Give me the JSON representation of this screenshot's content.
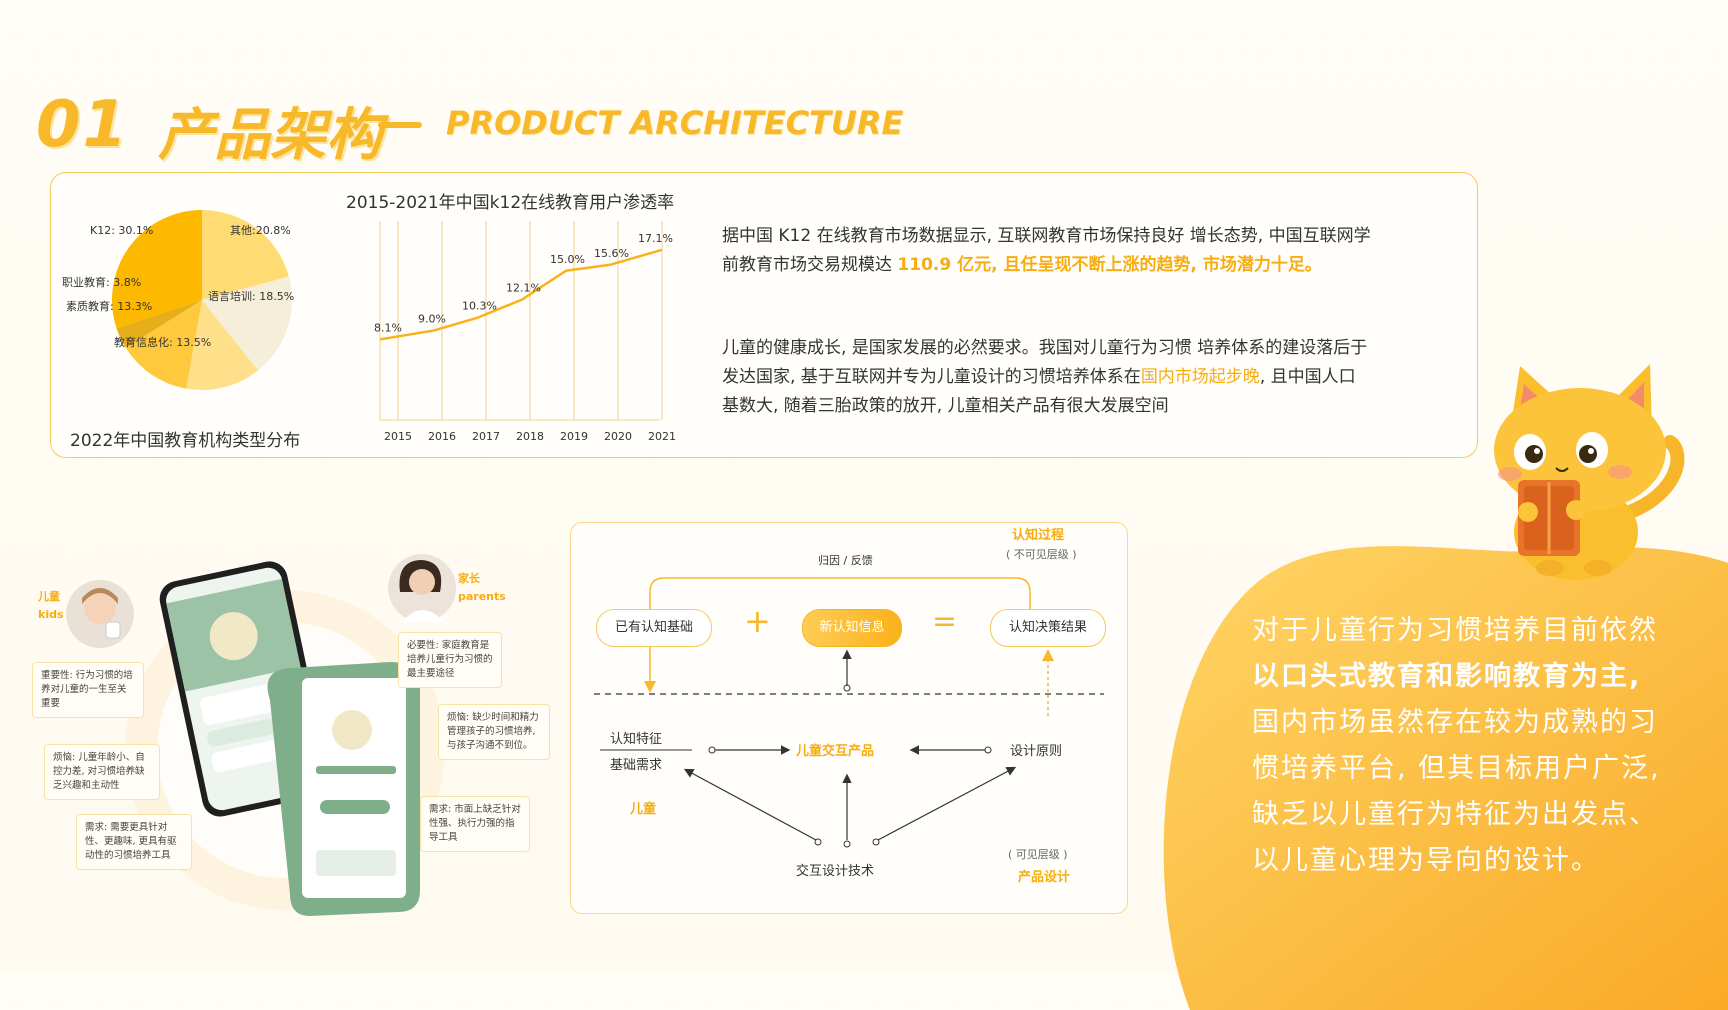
{
  "heading": {
    "number": "01",
    "title_cn": "产品架构",
    "title_en": "PRODUCT ARCHITECTURE"
  },
  "pie": {
    "caption": "2022年中国教育机构类型分布",
    "slices": [
      {
        "label": "K12: 30.1%",
        "value": 30.1,
        "color": "#fcb900"
      },
      {
        "label": "其他:20.8%",
        "value": 20.8,
        "color": "#ffdb73"
      },
      {
        "label": "语言培训: 18.5%",
        "value": 18.5,
        "color": "#f5eed8"
      },
      {
        "label": "教育信息化: 13.5%",
        "value": 13.5,
        "color": "#ffe08a"
      },
      {
        "label": "素质教育: 13.3%",
        "value": 13.3,
        "color": "#ffc93d"
      },
      {
        "label": "职业教育: 3.8%",
        "value": 3.8,
        "color": "#e6ae1a"
      }
    ]
  },
  "chart_data": {
    "type": "line",
    "title": "2015-2021年中国k12在线教育用户渗透率",
    "x": [
      "2015",
      "2016",
      "2017",
      "2018",
      "2019",
      "2020",
      "2021"
    ],
    "values": [
      8.1,
      9.0,
      10.3,
      12.1,
      15.0,
      15.6,
      17.1
    ],
    "labels": [
      "8.1%",
      "9.0%",
      "10.3%",
      "12.1%",
      "15.0%",
      "15.6%",
      "17.1%"
    ],
    "ylim": [
      0,
      20
    ],
    "grid": "vertical",
    "color": "#f9b21b"
  },
  "paragraphs": {
    "p1_a": "据中国 K12 在线教育市场数据显示, 互联网教育市场保持良好 增长态势, 中国互联网学",
    "p1_b": "前教育市场交易规模达 ",
    "p1_hl": "110.9 亿元, 且任呈现不断上涨的趋势, 市场潜力十足。",
    "p2_a": "儿童的健康成长, 是国家发展的必然要求。我国对儿童行为习惯 培养体系的建设落后于",
    "p2_b": "发达国家, 基于互联网并专为儿童设计的习惯培养体系在",
    "p2_hl": "国内市场起步晚",
    "p2_c": ", 且中国人口",
    "p2_d": "基数大, 随着三胎政策的放开, 儿童相关产品有很大发展空间"
  },
  "blob": {
    "line1": "对于儿童行为习惯培养目前依然",
    "line2": "以口头式教育和影响教育为主,",
    "line3": "国内市场虽然存在较为成熟的习",
    "line4": "惯培养平台, 但其目标用户广泛,",
    "line5": "缺乏以儿童行为特征为出发点、",
    "line6": "以儿童心理为导向的设计。"
  },
  "diagram": {
    "cognitive_process": "认知过程",
    "invisible_level": "( 不可见层级 )",
    "attribution": "归因 / 反馈",
    "existing": "已有认知基础",
    "plus": "+",
    "new_info": "新认知信息",
    "equals": "=",
    "result": "认知决策结果",
    "cog_feature": "认知特征",
    "basic_need": "基础需求",
    "child": "儿童",
    "child_product": "儿童交互产品",
    "design_principle": "设计原则",
    "interaction_tech": "交互设计技术",
    "visible_level": "( 可见层级 )",
    "product_design": "产品设计"
  },
  "left_panel": {
    "kid_label_cn": "儿童",
    "kid_label_en": "kids",
    "parent_label_cn": "家长",
    "parent_label_en": "parents",
    "note_importance": "重要性: 行为习惯的培养对儿童的一生至关重要",
    "note_kid_trouble": "烦恼: 儿童年龄小、自控力差, 对习惯培养缺乏兴趣和主动性",
    "note_kid_need": "需求: 需要更具针对性、更趣味, 更具有驱动性的习惯培养工具",
    "note_necessity": "必要性: 家庭教育是培养儿童行为习惯的最主要途径",
    "note_parent_trouble": "烦恼: 缺少时间和精力管理孩子的习惯培养, 与孩子沟通不到位。",
    "note_parent_need": "需求: 市面上缺乏针对性强、执行力强的指导工具"
  },
  "colors": {
    "accent": "#f7b82a",
    "highlight": "#f7ad12",
    "green": "#7fae8b"
  }
}
